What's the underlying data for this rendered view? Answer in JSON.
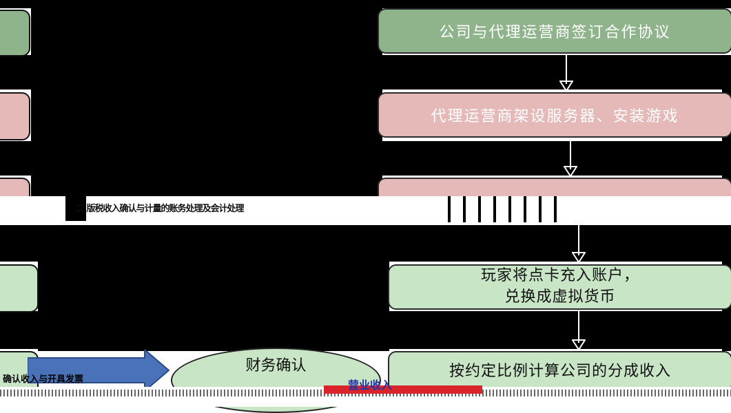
{
  "steps": [
    {
      "text": "公司与代理运营商签订合作协议"
    },
    {
      "text": "代理运营商架设服务器、安装游戏"
    },
    {
      "text": "玩家将点卡充入账户，\n兑换成虚拟货币"
    },
    {
      "text": "按约定比例计算公司的分成收入"
    }
  ],
  "confirm_label": "财务确认",
  "overlay_text": "二 版税收入确认与计量的账务处理及会计处理",
  "bottom_label": "营业收入",
  "bottom_left_text": "确认收入与开具发票",
  "colors": {
    "green": "#8fb48c",
    "pink": "#e4b9b7",
    "light_green": "#c8e6c6",
    "blue_arrow": "#4a72b8"
  }
}
